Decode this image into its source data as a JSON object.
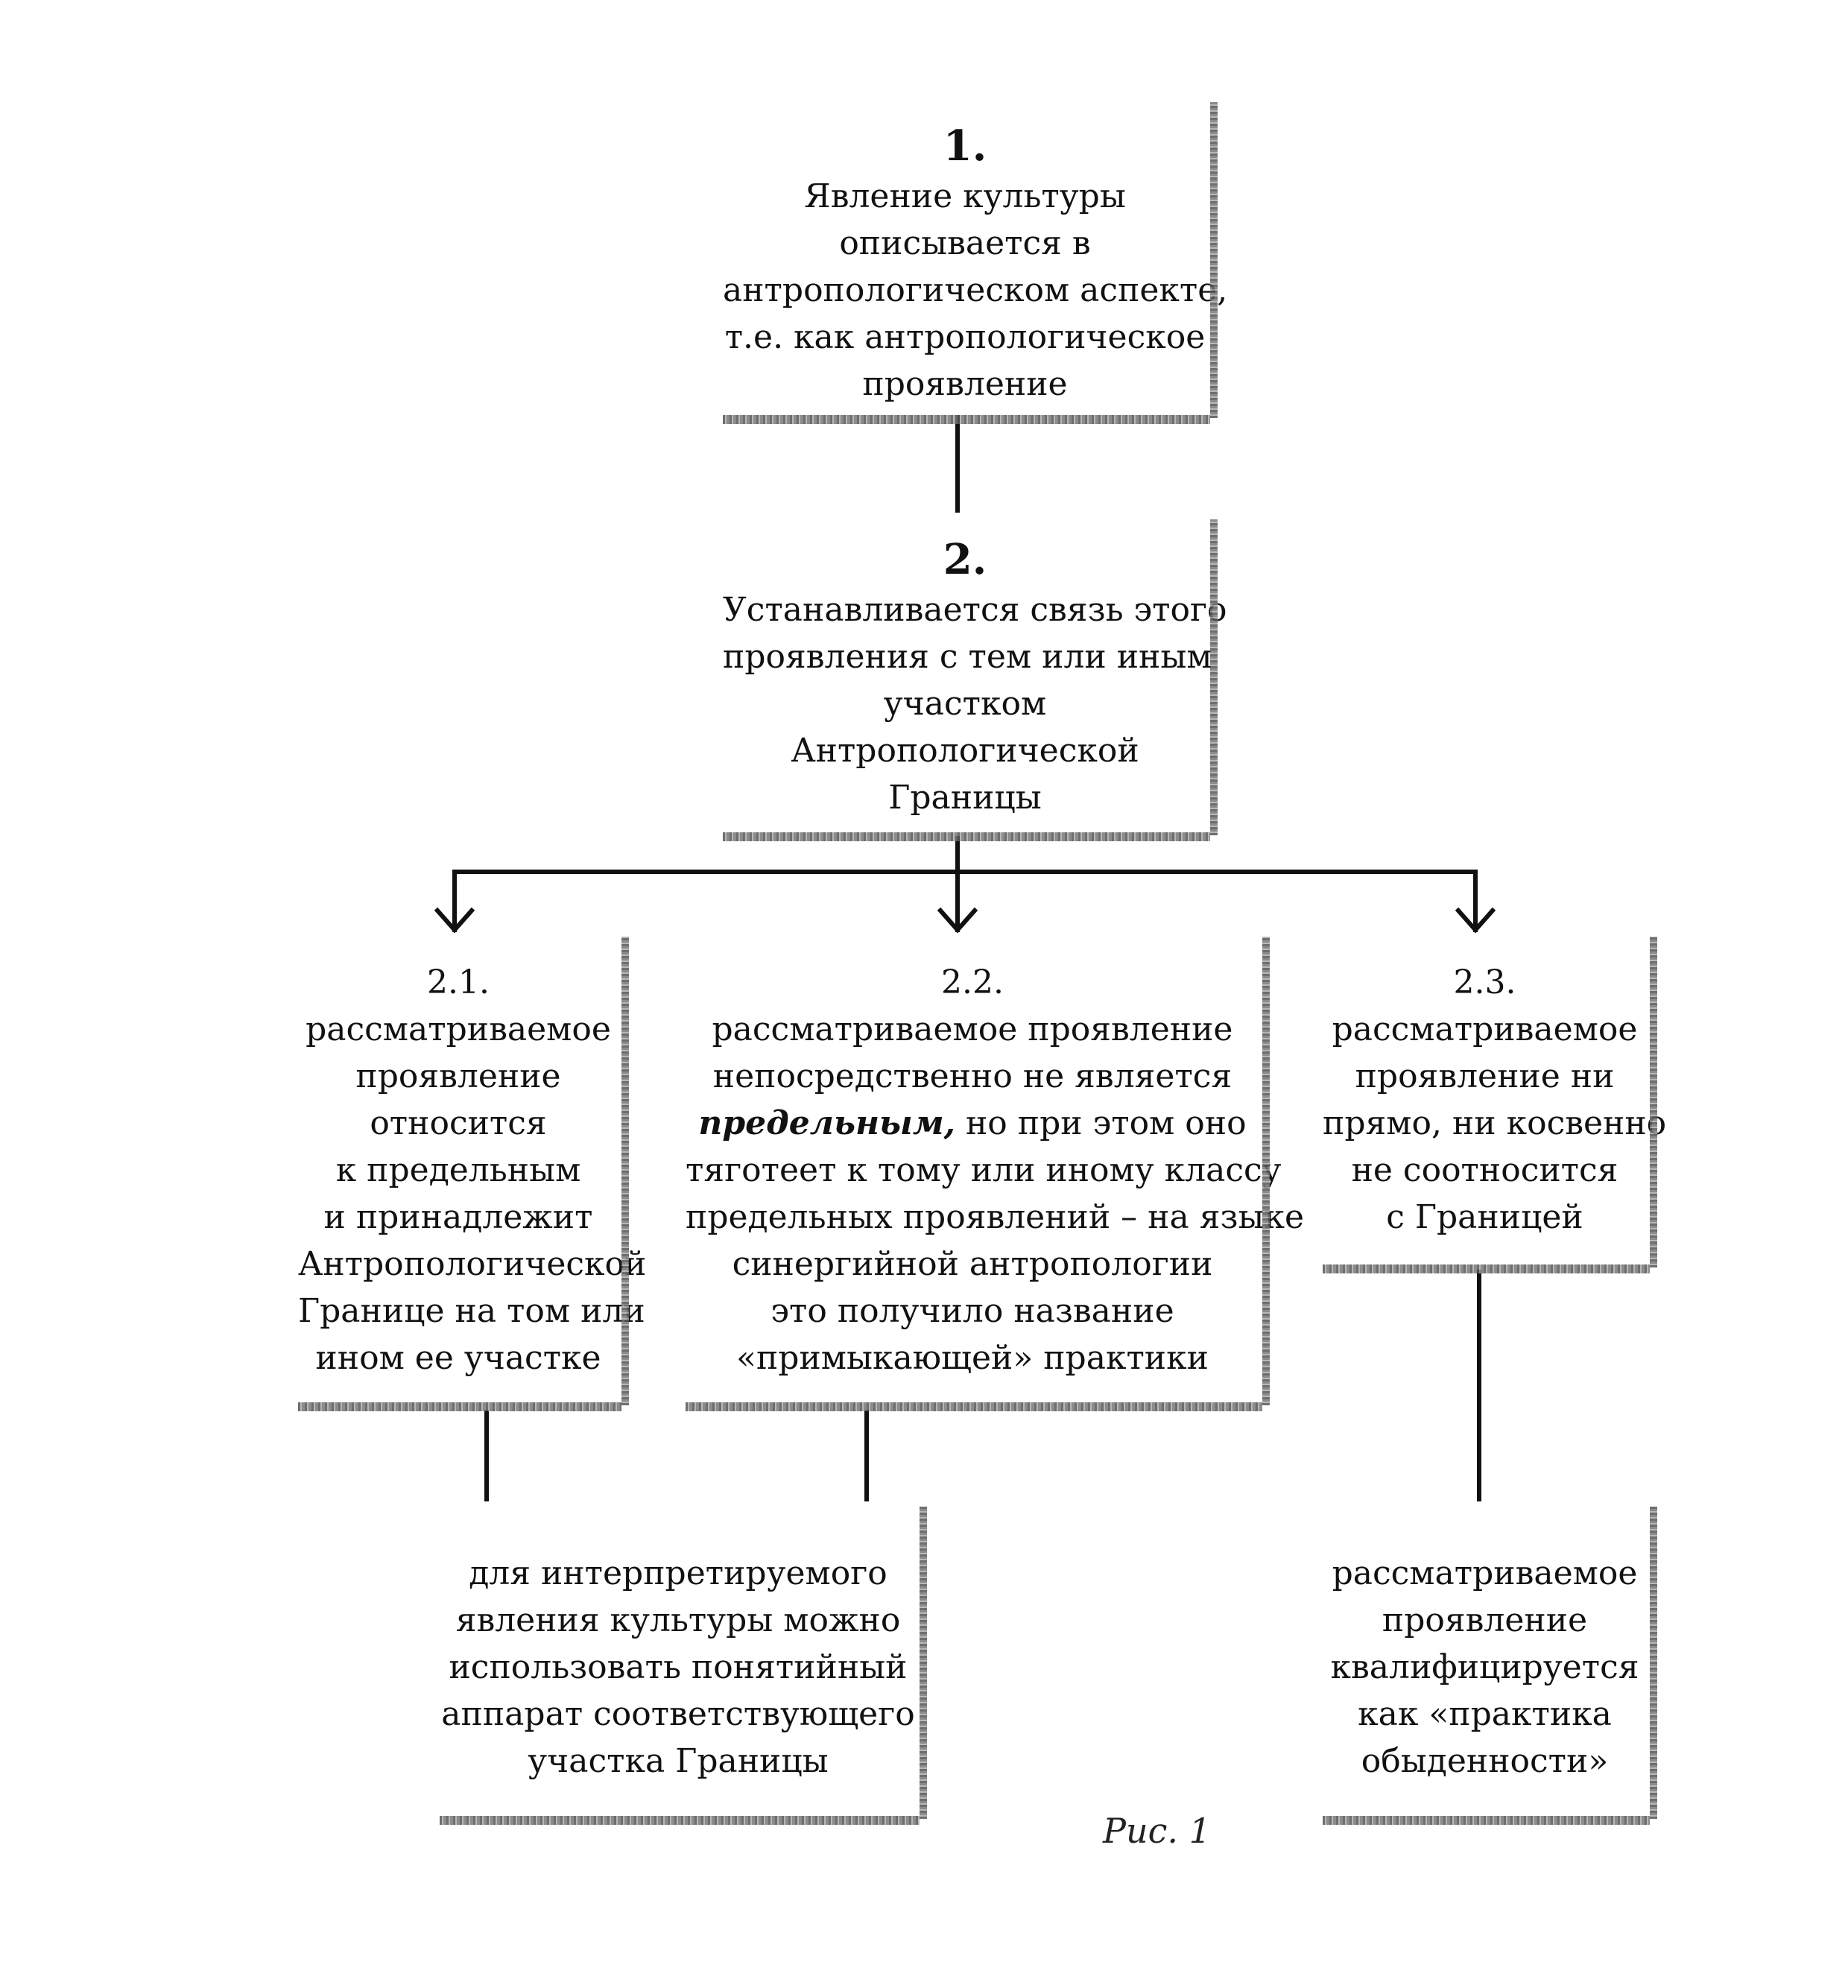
{
  "nodes": {
    "n1": {
      "number": "1.",
      "lines": [
        "Явление культуры",
        "описывается в",
        "антропологическом аспекте,",
        "т.е. как антропологическое",
        "проявление"
      ]
    },
    "n2": {
      "number": "2.",
      "lines": [
        "Устанавливается связь этого",
        "проявления с тем или иным",
        "участком",
        "Антропологической",
        "Границы"
      ]
    },
    "n21": {
      "number": "2.1.",
      "lines": [
        "рассматриваемое",
        "проявление",
        "относится",
        "к предельным",
        "и принадлежит",
        "Антропологической",
        "Границе на том или",
        "ином ее участке"
      ]
    },
    "n22": {
      "number": "2.2.",
      "line1": "рассматриваемое проявление",
      "line2": "непосредственно не является",
      "line3_em": "предельным,",
      "line3_rest": " но при этом оно",
      "line4": "тяготеет к тому или иному классу",
      "line5": "предельных проявлений – на языке",
      "line6": "синергийной антропологии",
      "line7": "это получило название",
      "line8": "«примыкающей» практики"
    },
    "n23": {
      "number": "2.3.",
      "lines": [
        "рассматриваемое",
        "проявление ни",
        "прямо, ни косвенно",
        "не соотносится",
        "с Границей"
      ]
    },
    "outLeft": {
      "lines": [
        "для интерпретируемого",
        "явления культуры можно",
        "использовать понятийный",
        "аппарат соответствующего",
        "участка Границы"
      ]
    },
    "outRight": {
      "lines": [
        "рассматриваемое",
        "проявление",
        "квалифицируется",
        "как «практика",
        "обыденности»"
      ]
    }
  },
  "caption": "Рис. 1"
}
